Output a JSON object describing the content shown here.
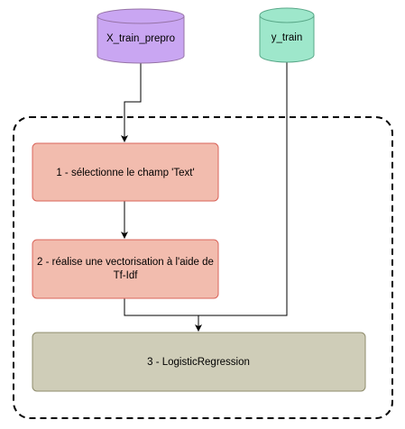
{
  "nodes": {
    "x_train": {
      "label": "X_train_prepro",
      "fill": "#e1d5e7",
      "fill_dark": "#c9a6f2",
      "stroke": "#9673a6"
    },
    "y_train": {
      "label": "y_train",
      "fill": "#bdf0dc",
      "fill_dark": "#9ee7cb",
      "stroke": "#5aa889"
    },
    "step1": {
      "label": "1 - sélectionne le champ 'Text'",
      "fill": "#f2bcae",
      "stroke": "#d9655b"
    },
    "step2": {
      "label_line1": "2 - réalise une vectorisation à l'aide de",
      "label_line2": "Tf-Idf",
      "fill": "#f2bcae",
      "stroke": "#d9655b"
    },
    "step3": {
      "label": "3 - LogisticRegression",
      "fill": "#cfcdb8",
      "stroke": "#8f8c6c"
    }
  },
  "colors": {
    "edge": "#000000",
    "container_stroke": "#000000"
  }
}
